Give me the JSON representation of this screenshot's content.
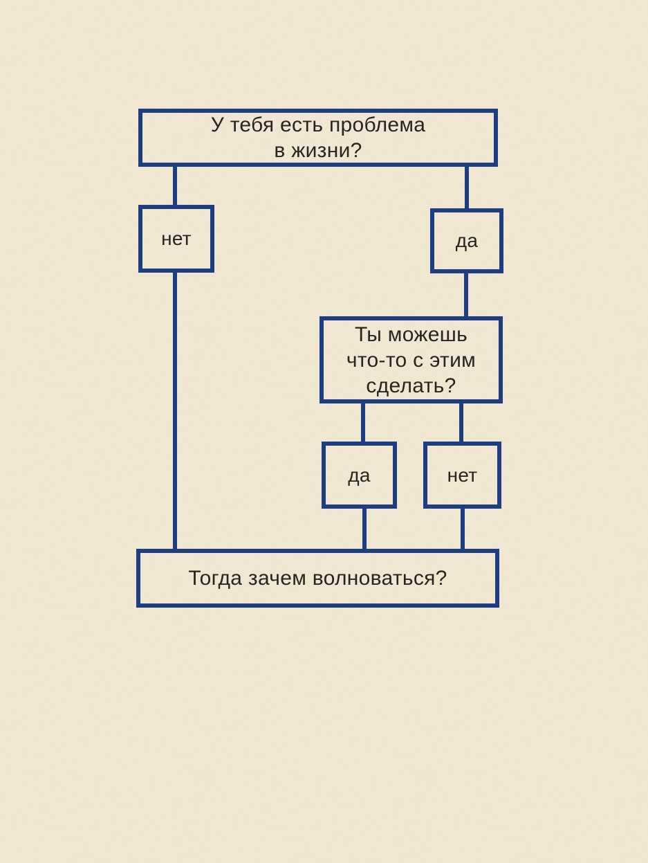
{
  "colors": {
    "background": "#f2e9d4",
    "line": "#1e3e82",
    "text": "#282420"
  },
  "flowchart": {
    "question1": {
      "line1": "У тебя есть проблема",
      "line2": "в жизни?"
    },
    "branch1": {
      "no_label": "нет",
      "yes_label": "да"
    },
    "question2": {
      "line1": "Ты можешь",
      "line2": "что-то с этим",
      "line3": "сделать?"
    },
    "branch2": {
      "yes_label": "да",
      "no_label": "нет"
    },
    "conclusion": {
      "label": "Тогда зачем волноваться?"
    }
  }
}
